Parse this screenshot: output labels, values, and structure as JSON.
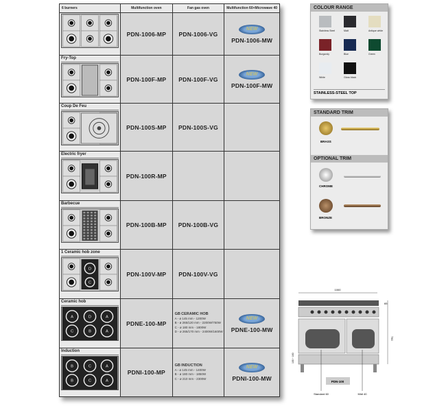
{
  "table": {
    "headers": [
      "Multifunction oven",
      "Fan gas oven",
      "Multifunction 60+Microwave 40"
    ],
    "new_badge": "NEW",
    "rows": [
      {
        "label": "6 burners",
        "mp": "PDN-1006-MP",
        "vg": "PDN-1006-VG",
        "mw": "PDN-1006-MW",
        "hob": "6burner"
      },
      {
        "label": "Fry-Top",
        "mp": "PDN-100F-MP",
        "vg": "PDN-100F-VG",
        "mw": "PDN-100F-MW",
        "hob": "frytop"
      },
      {
        "label": "Coup De Feu",
        "mp": "PDN-100S-MP",
        "vg": "PDN-100S-VG",
        "mw": "",
        "hob": "coupdefeu"
      },
      {
        "label": "Electric fryer",
        "mp": "PDN-100R-MP",
        "vg": "",
        "mw": "",
        "hob": "fryer"
      },
      {
        "label": "Barbecue",
        "mp": "PDN-100B-MP",
        "vg": "PDN-100B-VG",
        "mw": "",
        "hob": "bbq"
      },
      {
        "label": "1 Ceramic hob zone",
        "mp": "PDN-100V-MP",
        "vg": "PDN-100V-VG",
        "mw": "",
        "hob": "ceramiczone"
      },
      {
        "label": "Ceramic hob",
        "mp": "PDNE-100-MP",
        "mw": "PDNE-100-MW",
        "hob": "ceramic",
        "spec": {
          "flag": "GB",
          "title": "CERAMIC HOB",
          "lines": [
            "A - ø 145 mm - 1200W",
            "B - ø 265/120 mm - 2200W/750W",
            "C - ø 180 mm - 1800W",
            "D - ø 265/170 mm - 2400W/1600W"
          ]
        }
      },
      {
        "label": "Induction",
        "mp": "PDNI-100-MP",
        "mw": "PDNI-100-MW",
        "hob": "induction",
        "spec": {
          "flag": "GB",
          "title": "INDUCTION",
          "lines": [
            "A - ø 145 mm - 1400W",
            "B - ø 180 mm - 1850W",
            "C - ø 210 mm - 2300W"
          ]
        }
      }
    ]
  },
  "colour_range": {
    "title": "COLOUR RANGE",
    "footer": "STAINLESS-STEEL TOP",
    "swatches": [
      {
        "name": "Stainless Steel",
        "color": "#b9bcbf"
      },
      {
        "name": "Matt",
        "color": "#2a2a2e"
      },
      {
        "name": "Antique white",
        "color": "#e4ddc0"
      },
      {
        "name": "Burgundy",
        "color": "#7a2228"
      },
      {
        "name": "Blue",
        "color": "#172a52"
      },
      {
        "name": "Green",
        "color": "#0e4a30"
      },
      {
        "name": "White",
        "color": "#e8ecf0"
      },
      {
        "name": "Gloss black",
        "color": "#111"
      }
    ]
  },
  "trim": {
    "standard_title": "STANDARD TRIM",
    "standard_label": "BRASS",
    "optional_title": "OPTIONAL TRIM",
    "chrome_label": "CHROME",
    "bronze_label": "BRONZE"
  },
  "diagram": {
    "width": "1000",
    "top_height": "65",
    "height": "750",
    "leg": "100 ÷ 160",
    "model": "PDN-100",
    "left_oven": "Standard 60",
    "right_oven": "Midi 40"
  }
}
